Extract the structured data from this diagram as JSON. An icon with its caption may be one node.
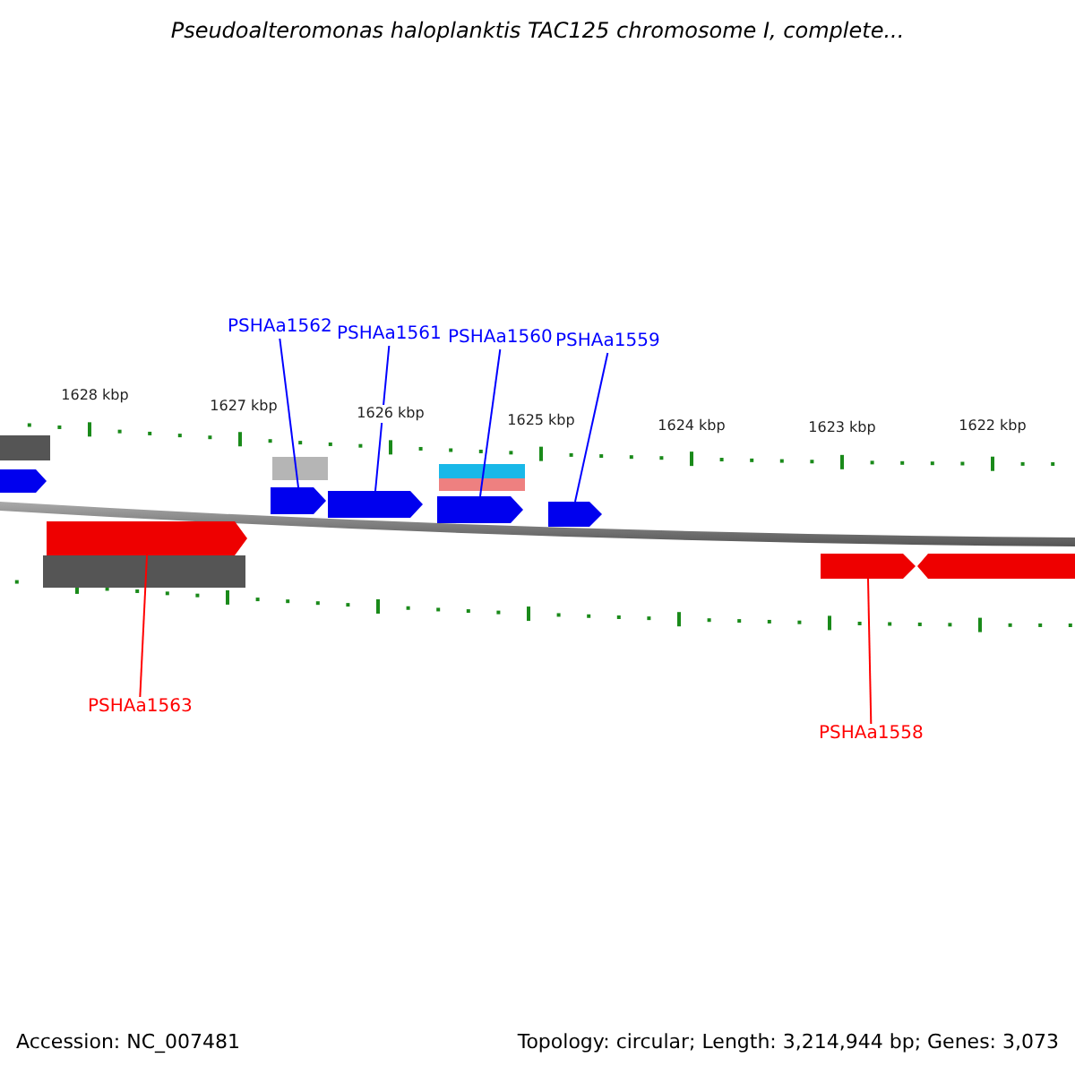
{
  "diagram": {
    "title": "Pseudoalteromonas haloplanktis TAC125 chromosome I, complete...",
    "nodes": [
      {
        "text": [
          "PSHAa1562"
        ]
      },
      {
        "text": [
          "PSHAa1561"
        ]
      },
      {
        "text": [
          "PSHAa1560"
        ]
      },
      {
        "text": [
          "PSHAa1559"
        ]
      },
      {
        "text": [
          "PSHAa1563"
        ]
      },
      {
        "text": [
          "PSHAa1558"
        ]
      },
      {
        "text": [],
        "shape": "arrow"
      },
      {
        "text": [],
        "shape": "arrow"
      },
      {
        "text": [],
        "shape": "arrow"
      },
      {
        "text": [],
        "shape": "arrow"
      },
      {
        "text": [],
        "shape": "arrow"
      },
      {
        "text": [],
        "shape": "arrow"
      }
    ],
    "edges": [
      {
        "from": 0,
        "to": 6,
        "arrow": "none"
      },
      {
        "from": 1,
        "to": 7,
        "arrow": "none"
      },
      {
        "from": 2,
        "to": 8,
        "arrow": "none"
      },
      {
        "from": 3,
        "to": 9,
        "arrow": "none"
      },
      {
        "from": 4,
        "to": 10,
        "arrow": "none",
        "color": "#ff0000"
      },
      {
        "from": 5,
        "to": 11,
        "arrow": "none",
        "color": "#ff0000"
      }
    ],
    "labels": [
      "1628 kbp",
      "1627 kbp",
      "1626 kbp",
      "1625 kbp",
      "1624 kbp",
      "1623 kbp",
      "1622 kbp",
      "Accession: NC_007481",
      "Topology: circular; Length: 3,214,944 bp; Genes: 3,073"
    ]
  }
}
